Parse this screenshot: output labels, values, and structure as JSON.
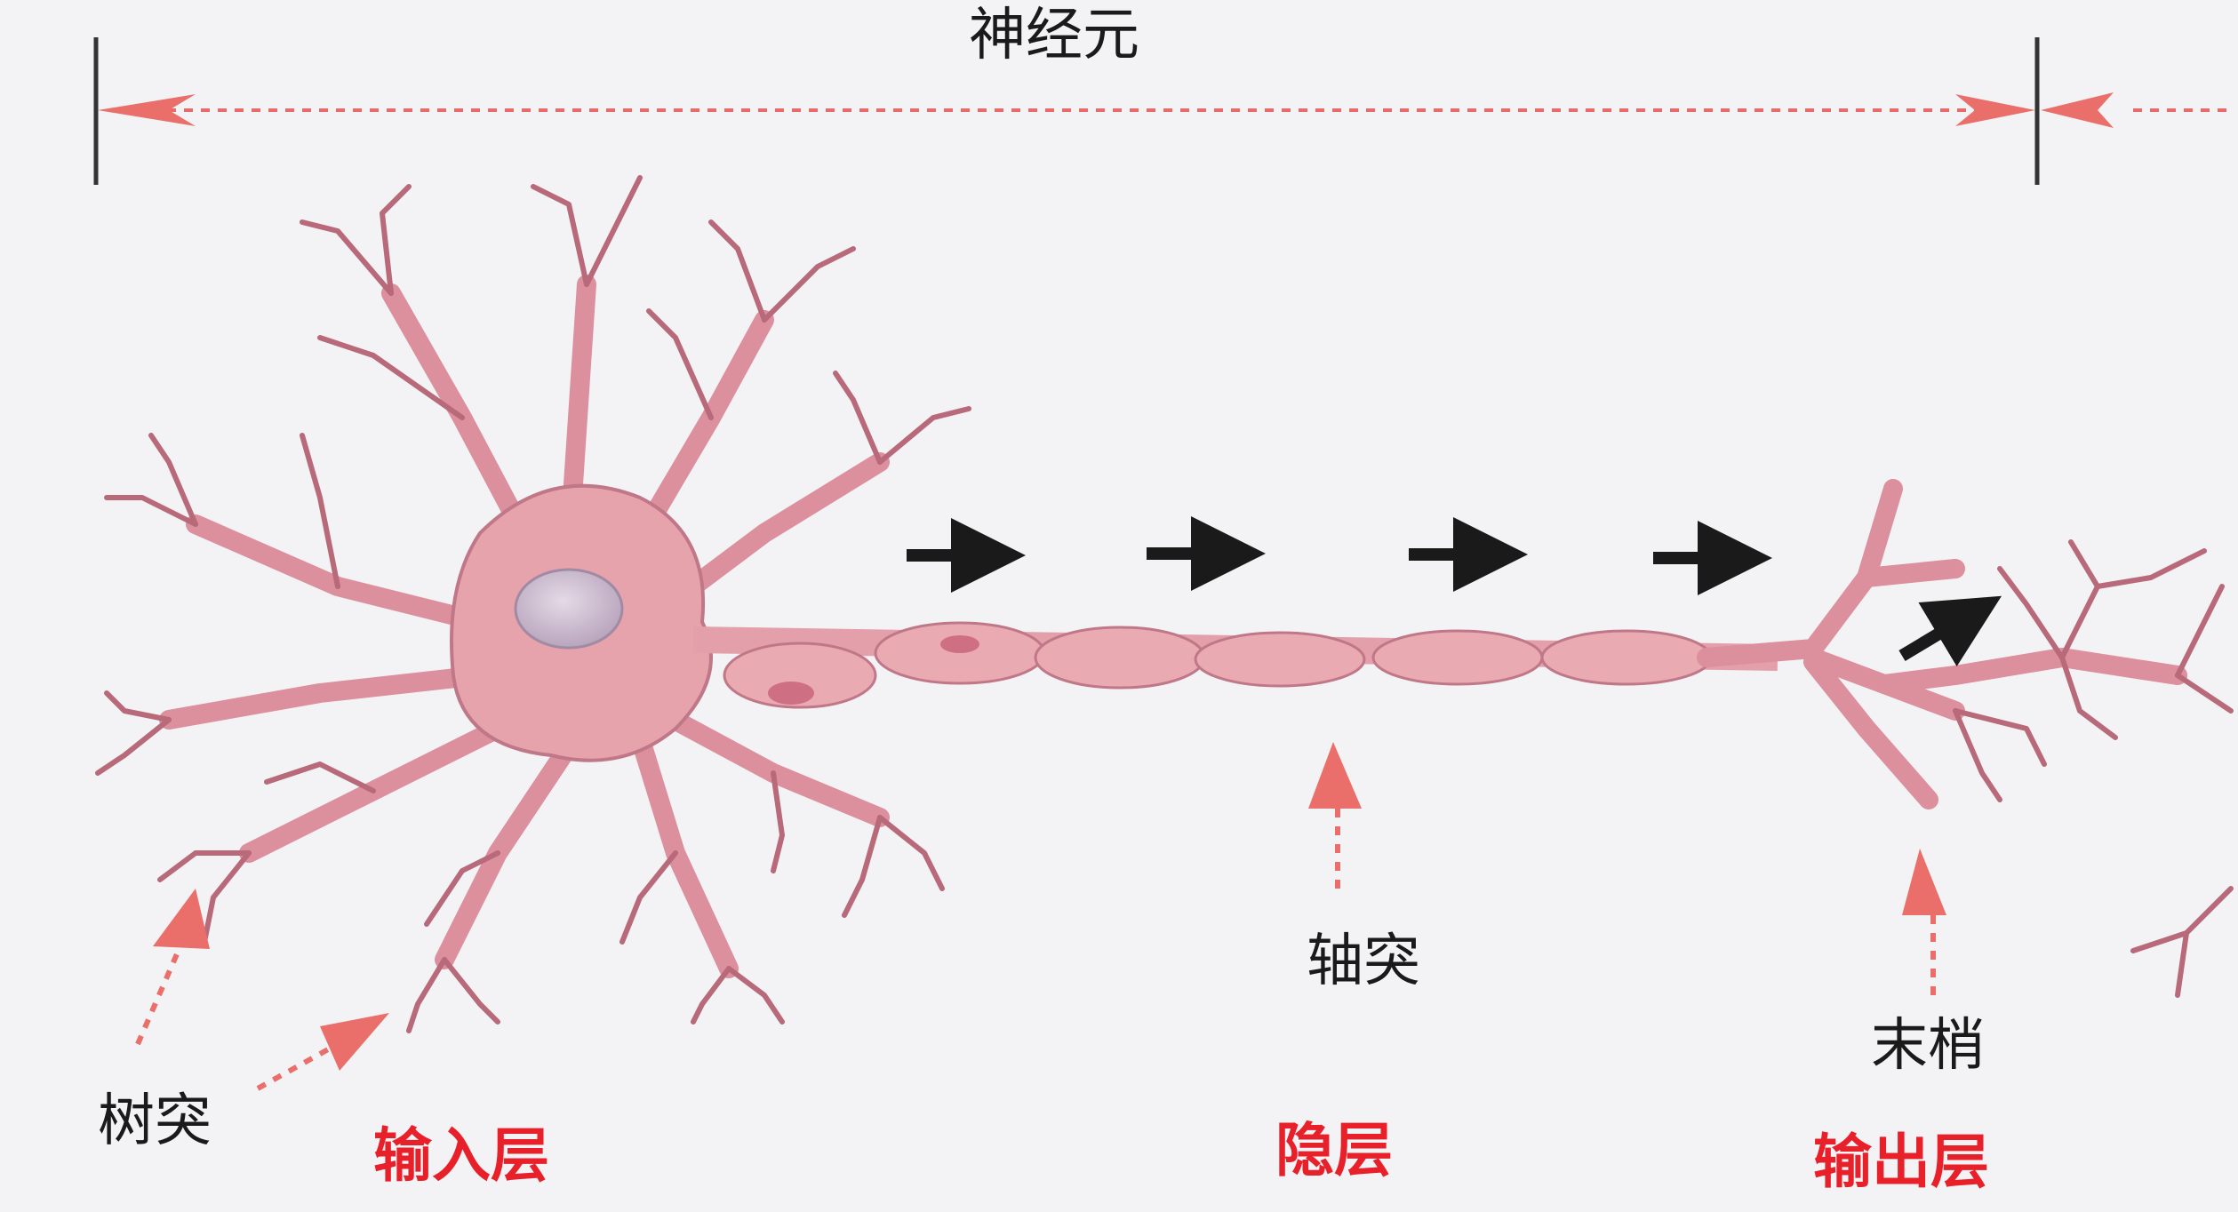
{
  "title": "神经元",
  "parts": {
    "dendrite": "树突",
    "axon": "轴突",
    "terminal": "末梢"
  },
  "layers": {
    "input": "输入层",
    "hidden": "隐层",
    "output": "输出层"
  },
  "colors": {
    "background": "#f3f3f5",
    "neuron_fill": "#e7a3ab",
    "neuron_stroke": "#b8697a",
    "nucleus": "#c9b8cc",
    "pointer_arrow": "#ea6f6a",
    "signal_arrow": "#1a1a1a",
    "layer_label": "#e8202a"
  }
}
